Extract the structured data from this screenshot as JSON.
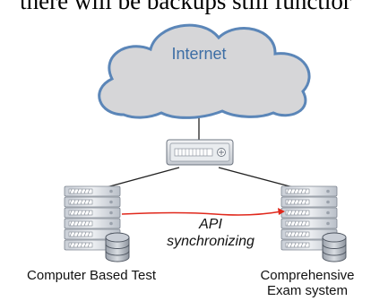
{
  "header_fragment": "there will be backups still functior",
  "cloud": {
    "label": "Internet",
    "fill": "#d6d6d8",
    "stroke": "#5b86b8",
    "text_color": "#3d6ea5"
  },
  "switch": {
    "icon": "network-switch-icon"
  },
  "servers": {
    "left": {
      "icon": "server-rack-icon",
      "label": "Computer Based Test"
    },
    "right": {
      "icon": "server-rack-icon",
      "label_line1": "Comprehensive",
      "label_line2": "Exam system"
    }
  },
  "sync_link": {
    "line1": "API",
    "line2": "synchronizing",
    "color": "#e0281c"
  }
}
